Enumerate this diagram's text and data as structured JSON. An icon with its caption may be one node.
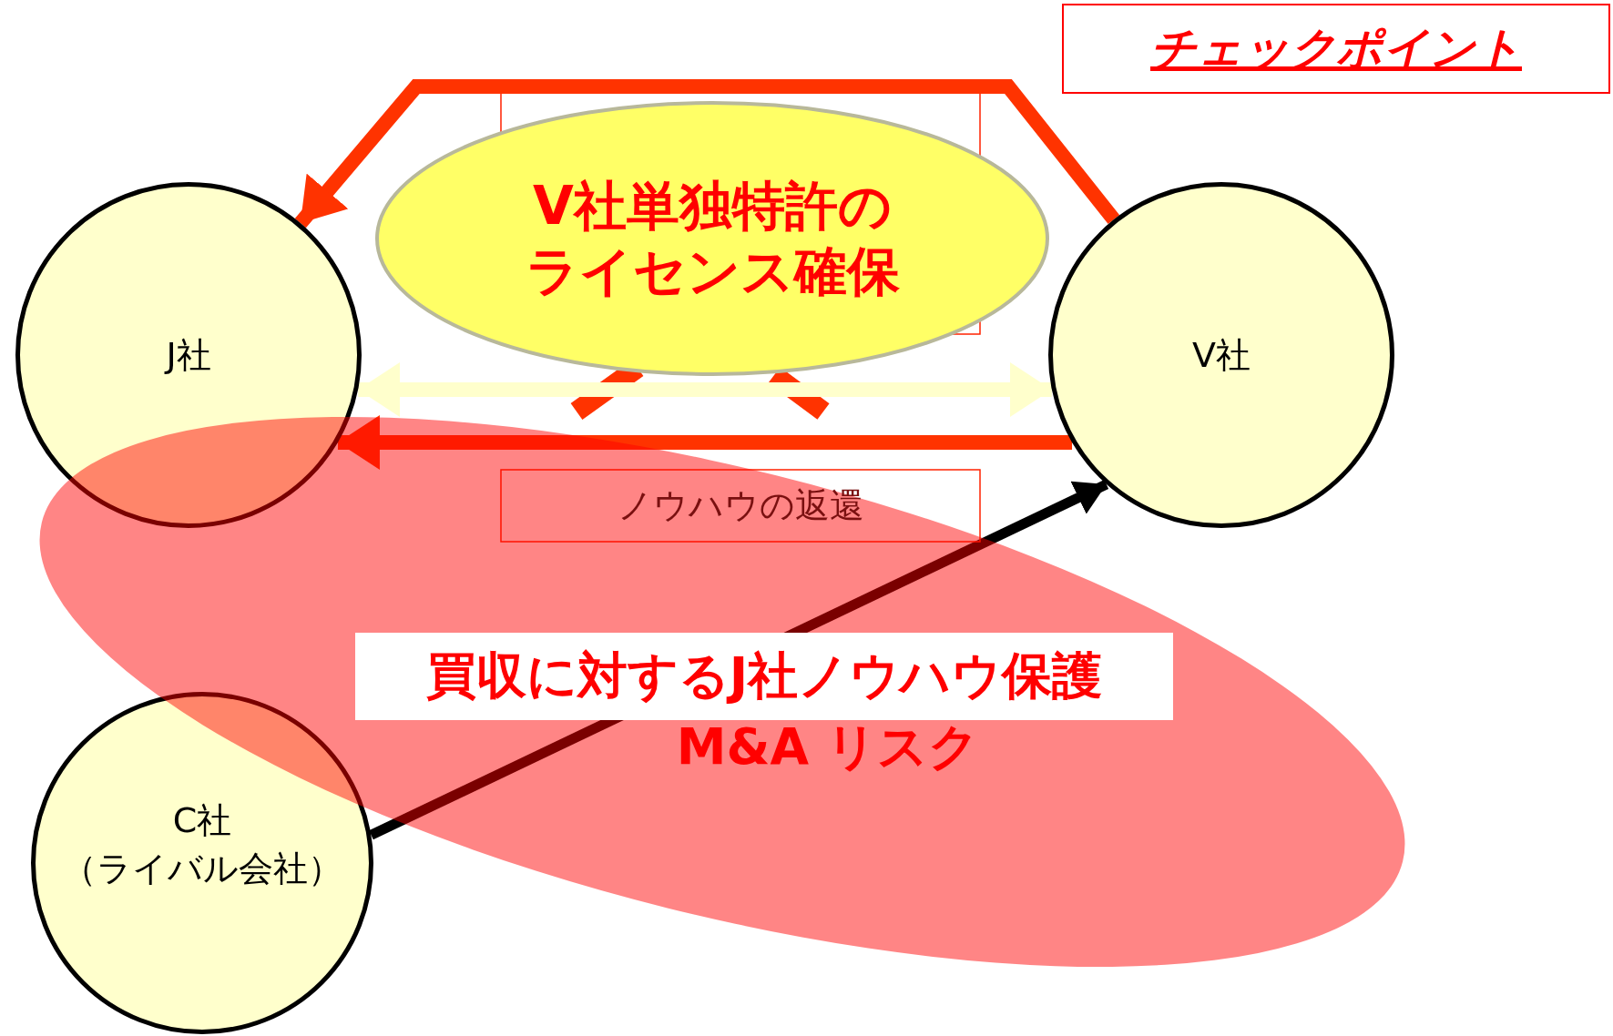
{
  "diagram": {
    "nodes": [
      {
        "text": [
          "チェックポイント"
        ]
      },
      {
        "text": [
          "J社"
        ]
      },
      {
        "text": [
          "V社"
        ]
      },
      {
        "text": [
          "C社",
          "（ライバル会社）"
        ]
      },
      {
        "text": [
          "V社単独特許のライセンス確保"
        ]
      },
      {
        "text": [
          "ノウハウの返還"
        ]
      }
    ],
    "labels": [
      "買収に対するJ社ノウハウ保護",
      "M&A リスク"
    ],
    "edges": [
      {
        "from": 2,
        "to": 1,
        "arrow": "to"
      },
      {
        "from": 1,
        "to": 2,
        "arrow": "both",
        "color": "#ffffcc"
      },
      {
        "from": 2,
        "to": 1,
        "arrow": "to"
      },
      {
        "from": 3,
        "to": 2,
        "arrow": "to",
        "color": "#000000"
      }
    ]
  }
}
